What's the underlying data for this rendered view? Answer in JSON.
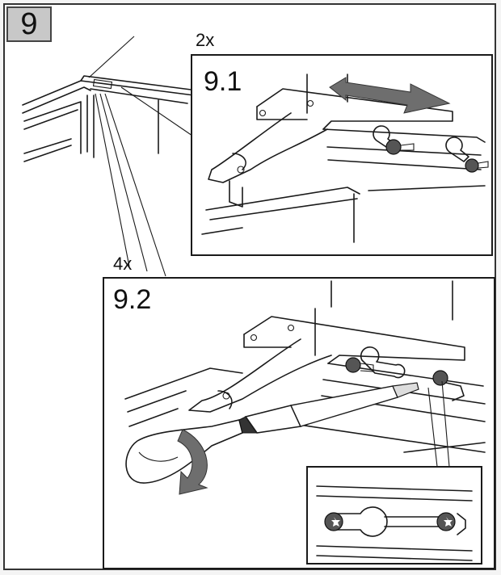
{
  "step": {
    "number": "9"
  },
  "panels": [
    {
      "id": "9.1",
      "title": "9.1",
      "quantity": "2x"
    },
    {
      "id": "9.2",
      "title": "9.2",
      "quantity": "4x"
    }
  ],
  "colors": {
    "frame": "#333333",
    "badge_fill": "#c8c8c8",
    "arrow_fill": "#6e6e6e",
    "screw_fill": "#555555",
    "line": "#1a1a1a"
  },
  "icons": [
    "slide-arrow-icon",
    "screw-icon",
    "screwdriver-icon",
    "rotation-arrow-icon"
  ]
}
